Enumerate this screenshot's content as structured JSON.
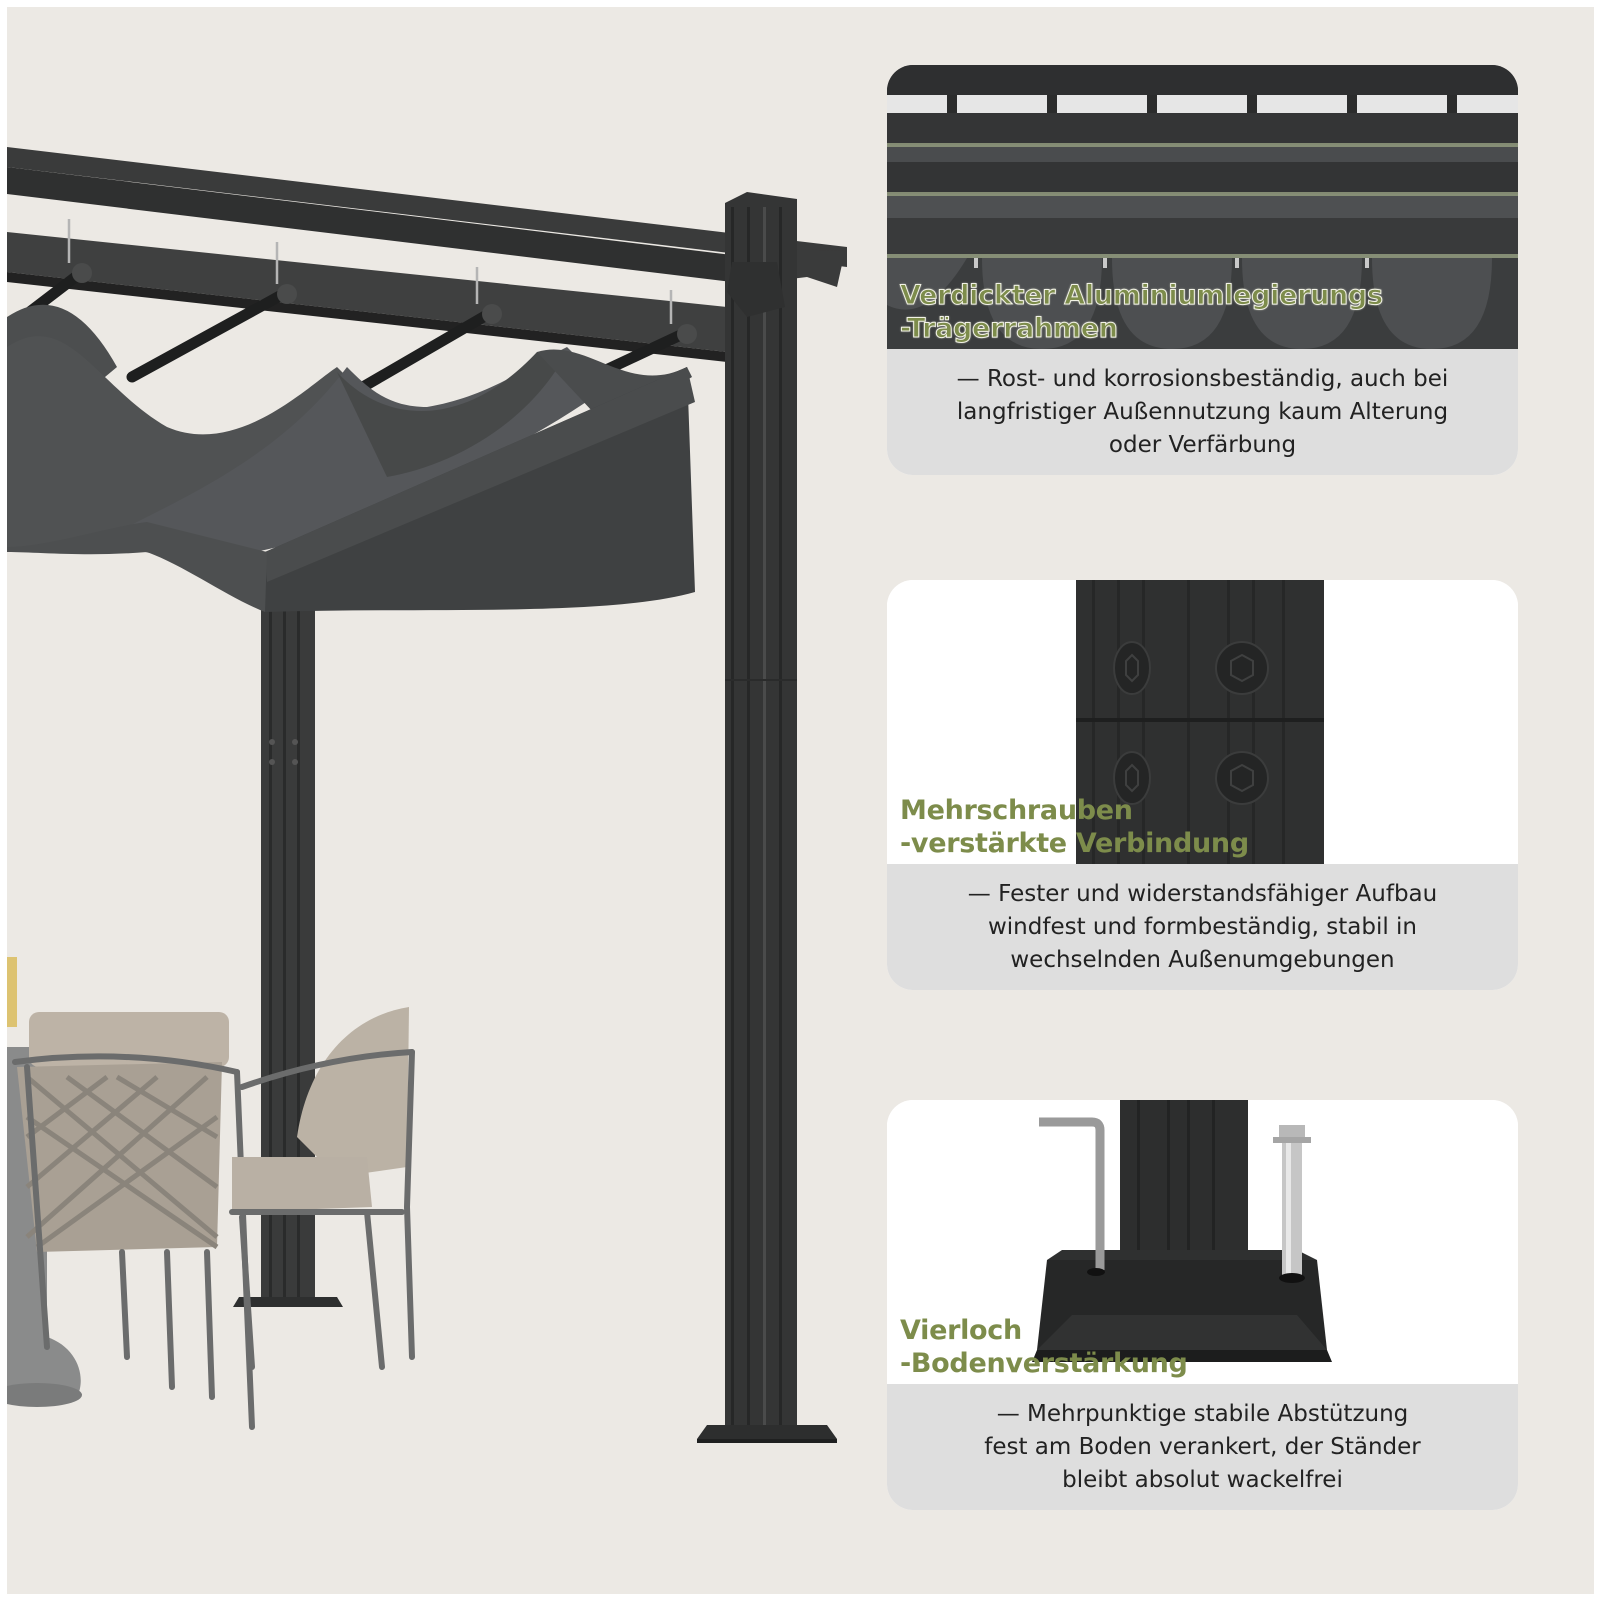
{
  "background_color": "#ece9e4",
  "accent_color": "#7d8c4b",
  "caption_background": "#dedede",
  "product_scene": {
    "subject": "pergola with retractable grey canopy and patio dining set",
    "frame_color": "#3b3c3c",
    "canopy_color": "#505253"
  },
  "features": [
    {
      "title_lines": [
        "Verdickter Aluminiumlegierungs",
        "-Trägerrahmen"
      ],
      "image_subject": "aluminium beam frame close-up",
      "description_lines": [
        "— Rost- und korrosionsbeständig, auch bei",
        "langfristiger Außennutzung kaum Alterung",
        "oder Verfärbung"
      ]
    },
    {
      "title_lines": [
        "Mehrschrauben",
        "-verstärkte Verbindung"
      ],
      "image_subject": "post joint with four hex bolts",
      "description_lines": [
        "— Fester und widerstandsfähiger Aufbau",
        "windfest und formbeständig, stabil in",
        "wechselnden Außenumgebungen"
      ]
    },
    {
      "title_lines": [
        "Vierloch",
        "-Bodenverstärkung"
      ],
      "image_subject": "post base plate with hex key and anchor bolt",
      "description_lines": [
        "— Mehrpunktige stabile Abstützung",
        "fest am Boden verankert, der Ständer",
        "bleibt absolut wackelfrei"
      ]
    }
  ]
}
